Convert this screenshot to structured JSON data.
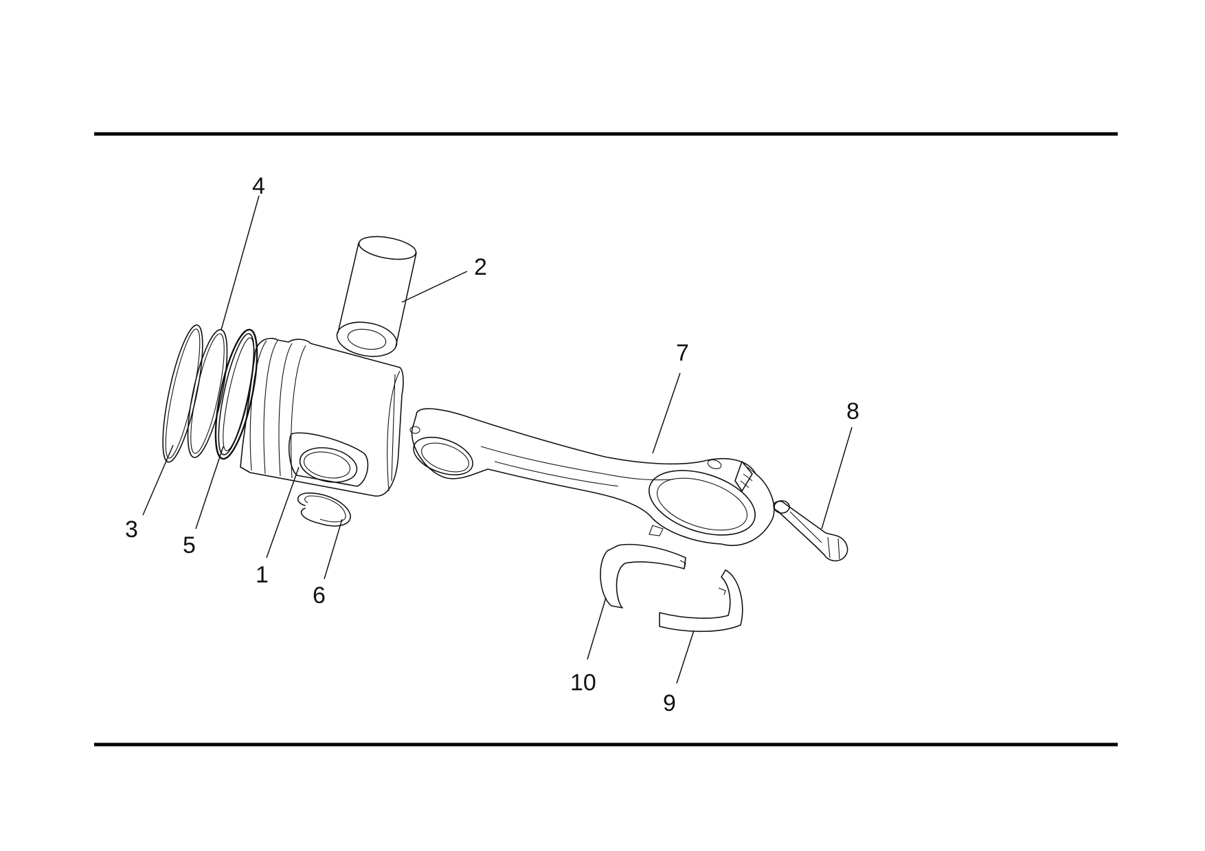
{
  "diagram": {
    "callouts": [
      {
        "id": "1",
        "label": "1"
      },
      {
        "id": "2",
        "label": "2"
      },
      {
        "id": "3",
        "label": "3"
      },
      {
        "id": "4",
        "label": "4"
      },
      {
        "id": "5",
        "label": "5"
      },
      {
        "id": "6",
        "label": "6"
      },
      {
        "id": "7",
        "label": "7"
      },
      {
        "id": "8",
        "label": "8"
      },
      {
        "id": "9",
        "label": "9"
      },
      {
        "id": "10",
        "label": "10"
      }
    ],
    "colors": {
      "ink": "#111111",
      "background": "#ffffff"
    }
  }
}
